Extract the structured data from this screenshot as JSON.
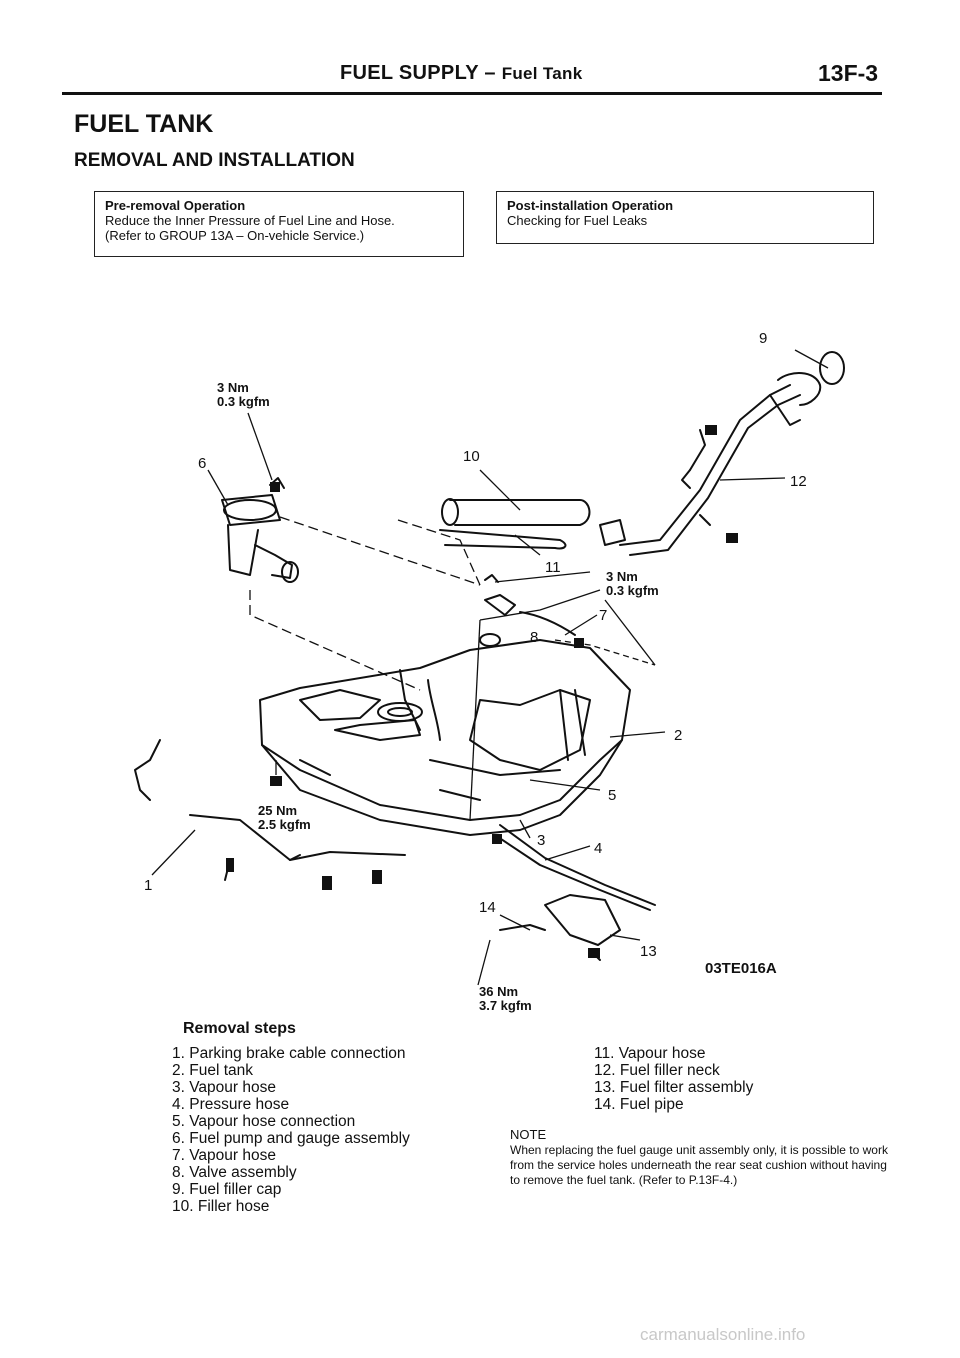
{
  "header": {
    "title": "FUEL SUPPLY",
    "dash": " – ",
    "subtitle": "Fuel Tank",
    "page_number": "13F-3"
  },
  "heading": "FUEL TANK",
  "subheading": "REMOVAL AND INSTALLATION",
  "pre_removal": {
    "title": "Pre-removal Operation",
    "lines": [
      "Reduce the Inner Pressure of Fuel Line and Hose.",
      "(Refer to GROUP 13A – On-vehicle Service.)"
    ]
  },
  "post_installation": {
    "title": "Post-installation Operation",
    "lines": [
      "Checking for Fuel Leaks"
    ]
  },
  "diagram": {
    "callouts": [
      "1",
      "2",
      "3",
      "4",
      "5",
      "6",
      "7",
      "8",
      "9",
      "10",
      "11",
      "12",
      "13",
      "14"
    ],
    "torques": {
      "fuel_pump_nut": [
        "3 Nm",
        "0.3 kgfm"
      ],
      "valve_nut": [
        "3 Nm",
        "0.3 kgfm"
      ],
      "tank_bolt": [
        "25 Nm",
        "2.5 kgfm"
      ],
      "filter_bolt": [
        "36 Nm",
        "3.7 kgfm"
      ]
    },
    "figure_code": "03TE016A"
  },
  "removal_steps": {
    "title": "Removal steps",
    "col1": [
      "1. Parking brake cable connection",
      "2. Fuel tank",
      "3. Vapour hose",
      "4. Pressure hose",
      "5. Vapour hose connection",
      "6. Fuel pump and gauge assembly",
      "7. Vapour hose",
      "8. Valve assembly",
      "9. Fuel filler cap",
      "10. Filler hose"
    ],
    "col2": [
      "11. Vapour hose",
      "12. Fuel filler neck",
      "13. Fuel filter assembly",
      "14. Fuel pipe"
    ]
  },
  "note": {
    "label": "NOTE",
    "text": "When replacing the fuel gauge unit assembly only, it is possible to work from the service holes underneath the rear seat cushion without having to remove the fuel tank. (Refer to P.13F-4.)"
  },
  "watermark": "carmanualsonline.info"
}
